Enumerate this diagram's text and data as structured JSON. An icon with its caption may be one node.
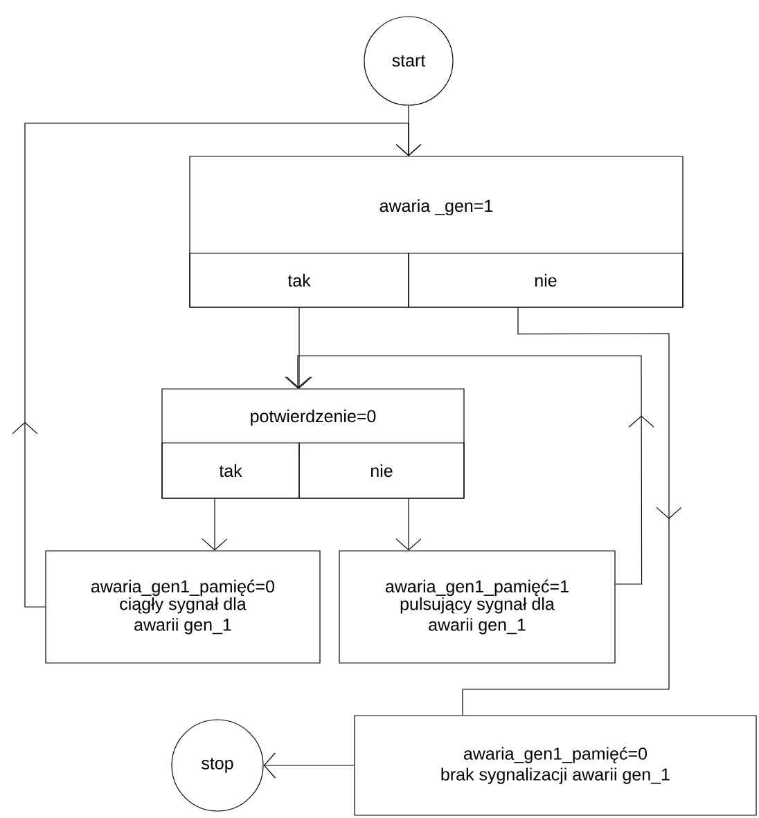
{
  "diagram": {
    "nodes": [
      {
        "text": [
          "start"
        ]
      },
      {
        "text": [
          "awaria _gen=1"
        ]
      },
      {
        "text": [
          "tak"
        ],
        "in": 1
      },
      {
        "text": [
          "nie"
        ],
        "in": 1
      },
      {
        "text": [
          "potwierdzenie=0"
        ]
      },
      {
        "text": [
          "tak"
        ],
        "in": 4
      },
      {
        "text": [
          "nie"
        ],
        "in": 4
      },
      {
        "text": [
          "awaria_gen1_pamięć=0",
          "ciągły sygnał dla awarii gen_1"
        ]
      },
      {
        "text": [
          "awaria_gen1_pamięć=1",
          "pulsujący sygnał dla awarii gen_1"
        ]
      },
      {
        "text": [
          "awaria_gen1_pamięć=0",
          "brak sygnalizacji awarii gen_1"
        ]
      },
      {
        "text": [
          "stop"
        ]
      }
    ],
    "edges": [
      {
        "from": 0,
        "to": 1,
        "arrow": "to"
      },
      {
        "from": 7,
        "to": 1,
        "arrow": "to"
      },
      {
        "from": 2,
        "to": 4,
        "arrow": "to"
      },
      {
        "from": 8,
        "to": 4,
        "arrow": "to"
      },
      {
        "from": 3,
        "to": 9,
        "arrow": "to"
      },
      {
        "from": 5,
        "to": 7,
        "arrow": "to"
      },
      {
        "from": 6,
        "to": 8,
        "arrow": "to"
      },
      {
        "from": 9,
        "to": 10,
        "arrow": "to"
      }
    ]
  }
}
